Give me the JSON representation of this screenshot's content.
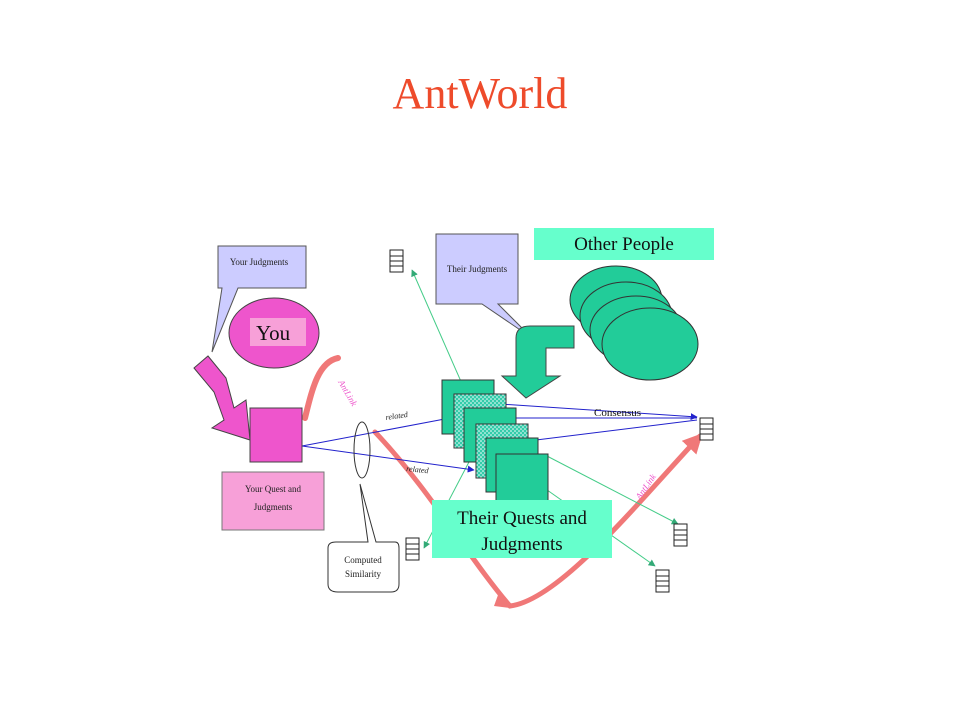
{
  "slide": {
    "title": "AntWorld",
    "title_color": "#ee4b2b"
  },
  "colors": {
    "pink": "#ee55cc",
    "pink_light": "#f7a0d8",
    "lavender": "#ccccff",
    "teal": "#22cc99",
    "aqua": "#66ffcc",
    "salmon": "#f07878",
    "blue_line": "#2222cc",
    "green_line": "#44cc66"
  },
  "diagram": {
    "you_label": "You",
    "your_judgments": "Your Judgments",
    "their_judgments": "Their Judgments",
    "other_people": "Other People",
    "your_quest_line1": "Your Quest and",
    "your_quest_line2": "Judgments",
    "their_quests_line1": "Their Quests and",
    "their_quests_line2": "Judgments",
    "computed_line1": "Computed",
    "computed_line2": "Similarity",
    "consensus": "Consensus",
    "related_top": "related",
    "related_bottom": "related",
    "antlink_left": "AntLink",
    "antlink_right": "AntLink"
  }
}
